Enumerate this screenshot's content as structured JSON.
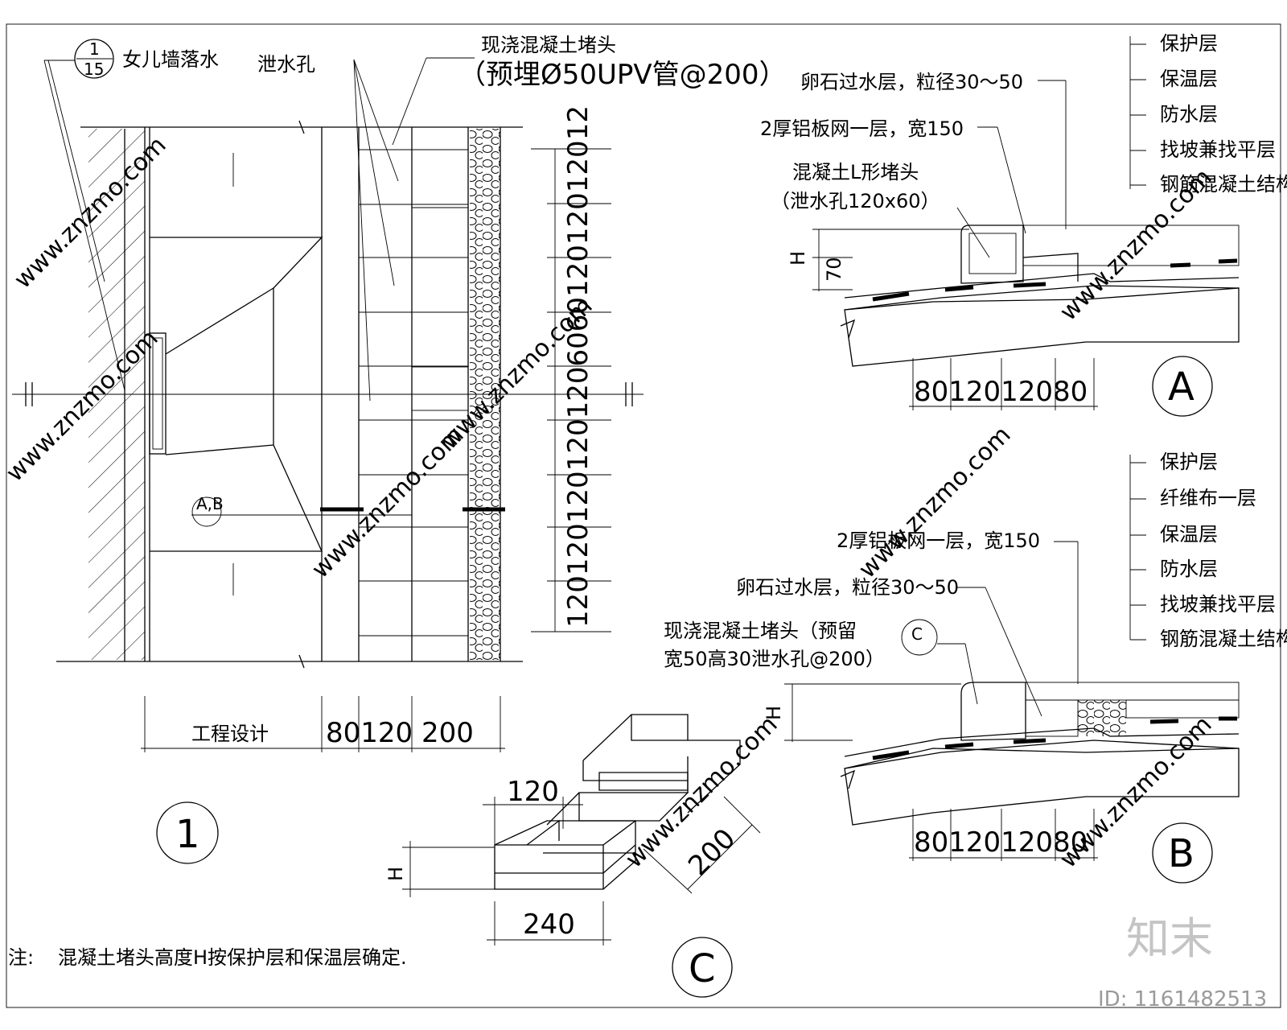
{
  "detail_1": {
    "ref_top": "1",
    "ref_bottom": "15",
    "parapet_label": "女儿墙落水",
    "drain_hole_label": "泄水孔",
    "cast_head_label": "现浇混凝土堵头",
    "cast_head_sub": "（预埋Ø50UPV管@200）",
    "section_mark": "A,B",
    "vertical_dims": "120120120120120606012012012012",
    "bottom_dims": "80120 200",
    "bottom_label": "工程设计",
    "detail_number": "1"
  },
  "detail_a": {
    "layers": [
      "保护层",
      "保温层",
      "防水层",
      "找坡兼找平层",
      "钢筋混凝土结构层"
    ],
    "gravel_label": "卵石过水层，粒径30～50",
    "mesh_label": "2厚铝板网一层，宽150",
    "l_head_label": "混凝土L形堵头",
    "l_head_sub": "（泄水孔120x60）",
    "dim_h": "H",
    "dim_70": "70",
    "bottom_dims": "8012012080",
    "detail_letter": "A"
  },
  "detail_b": {
    "layers": [
      "保护层",
      "纤维布一层",
      "保温层",
      "防水层",
      "找坡兼找平层",
      "钢筋混凝土结构层"
    ],
    "mesh_label": "2厚铝板网一层，宽150",
    "gravel_label": "卵石过水层，粒径30～50",
    "cast_head_label": "现浇混凝土堵头（预留",
    "cast_head_sub": "宽50高30泄水孔@200）",
    "section_mark": "C",
    "dim_h": "H",
    "bottom_dims": "8012012080",
    "detail_letter": "B"
  },
  "detail_c": {
    "dim_120": "120",
    "dim_200": "200",
    "dim_h": "H",
    "dim_240": "240",
    "detail_letter": "C"
  },
  "note": {
    "prefix": "注:",
    "text": "混凝土堵头高度H按保护层和保温层确定."
  },
  "watermark": {
    "site": "www.znzmo.com",
    "brand": "知末",
    "id_text": "ID: 1161482513"
  }
}
